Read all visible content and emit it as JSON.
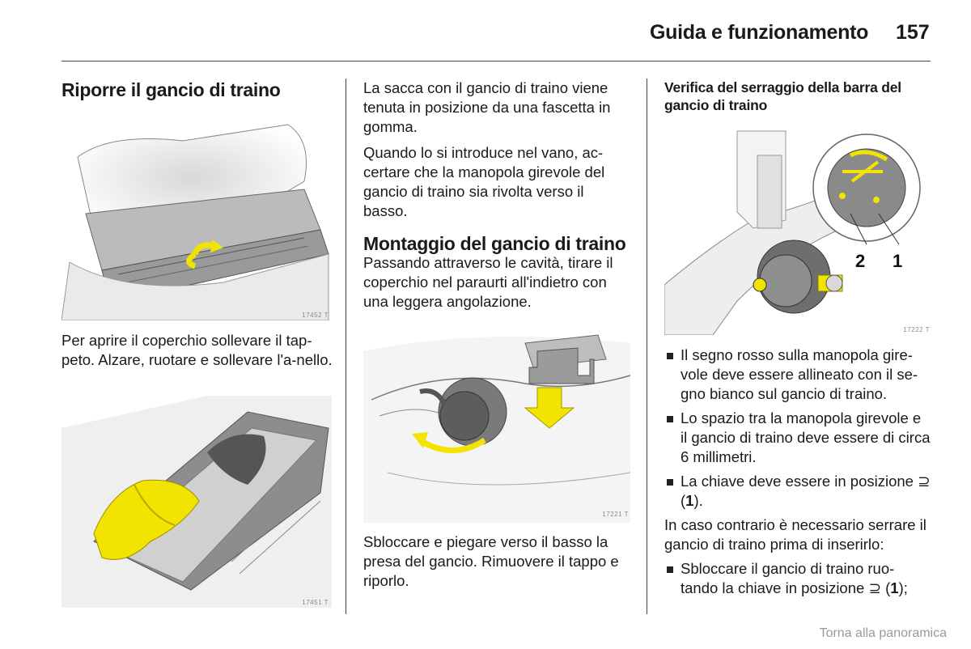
{
  "header": {
    "title": "Guida e funzionamento",
    "page": "157"
  },
  "col1": {
    "heading": "Riporre il gancio di traino",
    "fig1_num": "17452 T",
    "para1": "Per aprire il coperchio sollevare il tap-peto. Alzare, ruotare e sollevare l'a-nello.",
    "fig2_num": "17451 T"
  },
  "col2": {
    "para1": "La sacca con il gancio di traino viene tenuta in posizione da una fascetta in gomma.",
    "para2": "Quando lo si introduce nel vano, ac-certare che la manopola girevole del gancio di traino sia rivolta verso il basso.",
    "heading": "Montaggio del gancio di traino",
    "para3": "Passando attraverso le cavità, tirare il coperchio nel paraurti all'indietro con una leggera angolazione.",
    "fig_num": "17221 T",
    "para4": "Sbloccare e piegare verso il basso la presa del gancio. Rimuovere il tappo e riporlo."
  },
  "col3": {
    "heading": "Verifica del serraggio della barra del gancio di traino",
    "fig_num": "17222 T",
    "label2": "2",
    "label1": "1",
    "bullets": [
      "Il segno rosso sulla manopola gire-vole deve essere allineato con il se-gno bianco sul gancio di traino.",
      "Lo spazio tra la manopola girevole e il gancio di traino deve essere di circa 6 millimetri."
    ],
    "bullet3_pre": "La chiave deve essere in posizione",
    "key_symbol": "⊇",
    "ref_open": " (",
    "ref_num": "1",
    "ref_close": ").",
    "para": "In caso contrario è necessario serrare il gancio di traino prima di inserirlo:",
    "bullet4_pre": "Sbloccare il gancio di traino ruo-tando la chiave in posizione",
    "ref_close2": ");"
  },
  "footer": {
    "link": "Torna alla panoramica"
  },
  "colors": {
    "highlight": "#f2e300",
    "line": "#555555"
  }
}
